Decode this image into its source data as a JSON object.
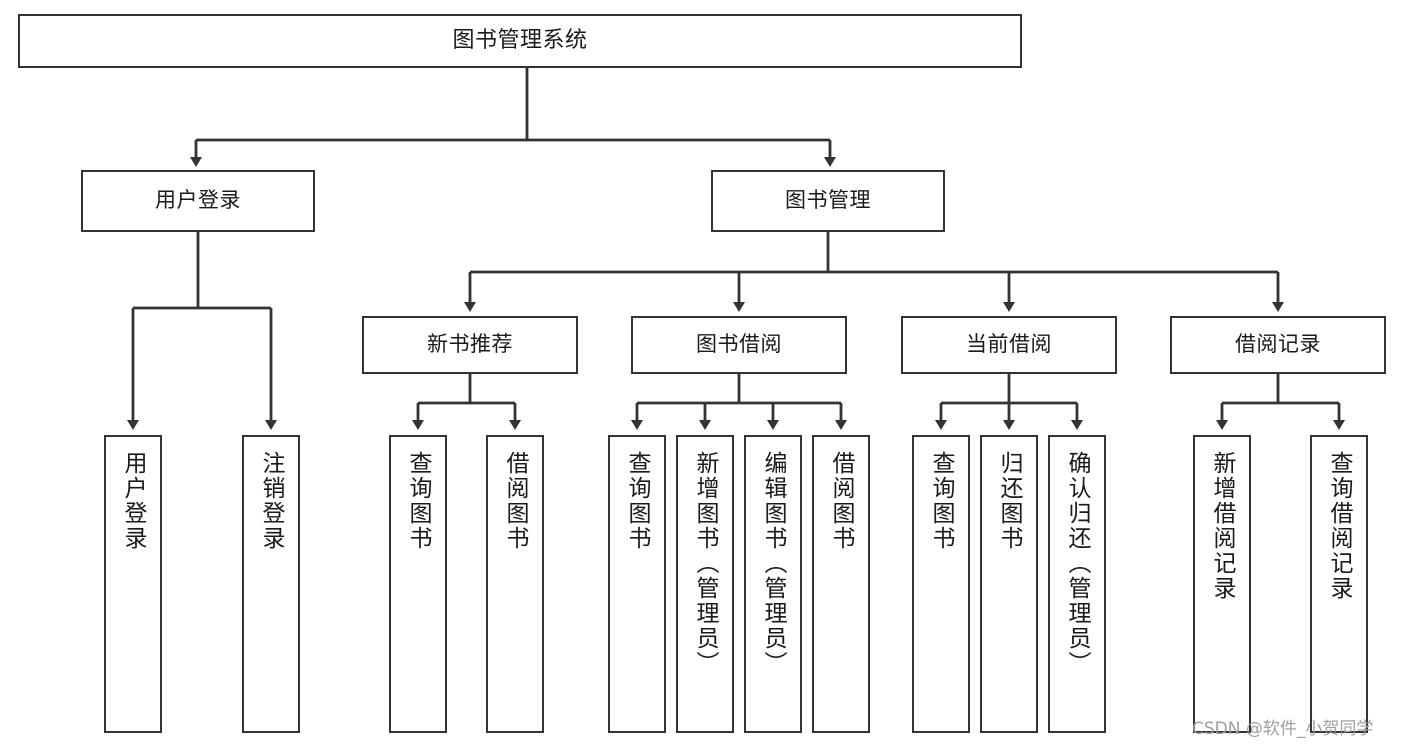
{
  "diagram": {
    "title": "图书管理系统",
    "type": "tree-hierarchy-chart",
    "root": {
      "label": "图书管理系统"
    },
    "level1": [
      {
        "label": "用户登录"
      },
      {
        "label": "图书管理"
      }
    ],
    "level2": [
      {
        "label": "新书推荐"
      },
      {
        "label": "图书借阅"
      },
      {
        "label": "当前借阅"
      },
      {
        "label": "借阅记录"
      }
    ],
    "leaves": {
      "user_login": [
        {
          "label": "用户登录"
        },
        {
          "label": "注销登录"
        }
      ],
      "new_book_recommend": [
        {
          "label": "查询图书"
        },
        {
          "label": "借阅图书"
        }
      ],
      "book_borrow": [
        {
          "label": "查询图书"
        },
        {
          "label": "新增图书（管理员）"
        },
        {
          "label": "编辑图书（管理员）"
        },
        {
          "label": "借阅图书"
        }
      ],
      "current_borrow": [
        {
          "label": "查询图书"
        },
        {
          "label": "归还图书"
        },
        {
          "label": "确认归还（管理员）"
        }
      ],
      "borrow_record": [
        {
          "label": "新增借阅记录"
        },
        {
          "label": "查询借阅记录"
        }
      ]
    }
  },
  "watermark": {
    "text": "CSDN @软件_小贺同学"
  },
  "colors": {
    "box_border": "#333333",
    "box_fill": "#ffffff",
    "connector": "#333333",
    "text": "#1a1a1a",
    "watermark": "#9a9a9a"
  }
}
